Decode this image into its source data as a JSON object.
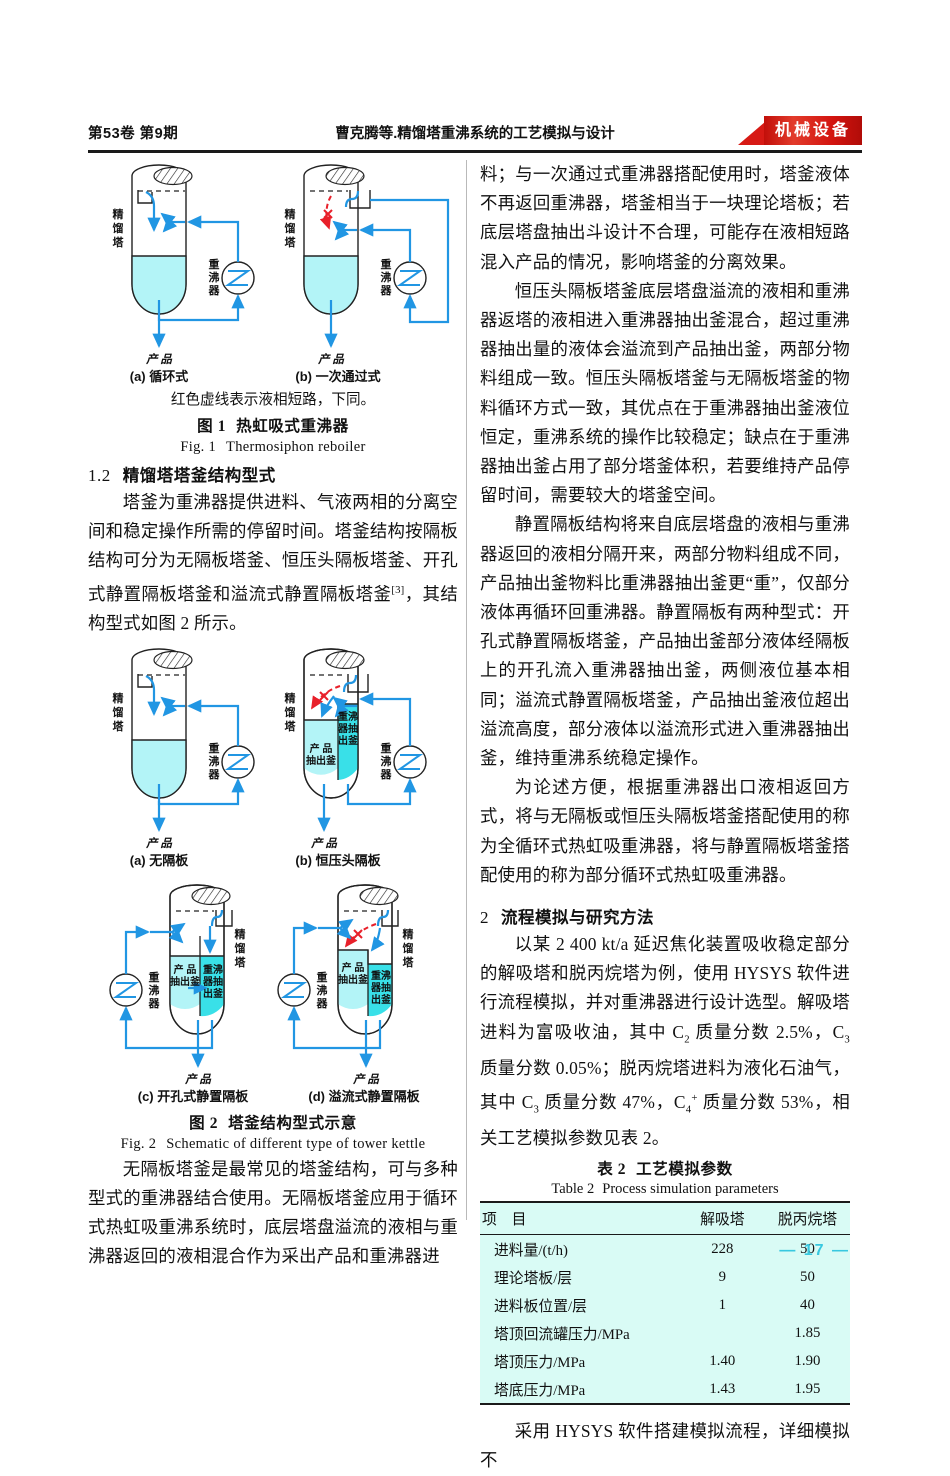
{
  "header": {
    "volume": "第53卷  第9期",
    "running_title": "曹克腾等.精馏塔重沸系统的工艺模拟与设计",
    "badge": "机械设备",
    "badge_color": "#d71a15"
  },
  "page_number": "— 17 —",
  "colors": {
    "liquid_light": "#b3f4f7",
    "liquid_dark": "#39e0e8",
    "flow_blue": "#2196e3",
    "short_circuit_red": "#e8202a",
    "table_bg": "#d9fbf5",
    "page_number": "#38c8e0"
  },
  "figure1": {
    "note": "红色虚线表示液相短路，下同。",
    "caption_cn_num": "图 1",
    "caption_cn": "热虹吸式重沸器",
    "caption_en_num": "Fig. 1",
    "caption_en": "Thermosiphon reboiler",
    "panels": [
      {
        "label": "(a) 循环式",
        "column": "精馏塔",
        "reboiler": "重沸器",
        "product": "产品"
      },
      {
        "label": "(b) 一次通过式",
        "column": "精馏塔",
        "reboiler": "重沸器",
        "product": "产品"
      }
    ]
  },
  "figure2": {
    "caption_cn_num": "图 2",
    "caption_cn": "塔釜结构型式示意",
    "caption_en_num": "Fig. 2",
    "caption_en": "Schematic of different type of tower kettle",
    "panels": [
      {
        "label": "(a) 无隔板",
        "column": "精馏塔",
        "reboiler": "重沸器",
        "product": "产品"
      },
      {
        "label": "(b) 恒压头隔板",
        "column": "精馏塔",
        "reboiler": "重沸器",
        "product": "产品",
        "sump_product": "产品抽出釜",
        "sump_reboiler": "重沸器抽出釜"
      },
      {
        "label": "(c) 开孔式静置隔板",
        "column": "精馏塔",
        "reboiler": "重沸器",
        "product": "产品",
        "sump_product": "产品抽出釜",
        "sump_reboiler": "重沸器抽出釜"
      },
      {
        "label": "(d) 溢流式静置隔板",
        "column": "精馏塔",
        "reboiler": "重沸器",
        "product": "产品",
        "sump_product": "产品抽出釜",
        "sump_reboiler": "重沸器抽出釜"
      }
    ]
  },
  "sections": {
    "s12_num": "1.2",
    "s12_title": "精馏塔塔釜结构型式",
    "s2_num": "2",
    "s2_title": "流程模拟与研究方法"
  },
  "left_column": {
    "p1": "塔釜为重沸器提供进料、气液两相的分离空间和稳定操作所需的停留时间。塔釜结构按隔板结构可分为无隔板塔釜、恒压头隔板塔釜、开孔式静置隔板塔釜和溢流式静置隔板塔釜",
    "p1_sup": "[3]",
    "p1_tail": "，其结构型式如图 2 所示。",
    "p2": "无隔板塔釜是最常见的塔釜结构，可与多种型式的重沸器结合使用。无隔板塔釜应用于循环式热虹吸重沸系统时，底层塔盘溢流的液相与重沸器返回的液相混合作为采出产品和重沸器进"
  },
  "right_column": {
    "p1": "料；与一次通过式重沸器搭配使用时，塔釜液体不再返回重沸器，塔釜相当于一块理论塔板；若底层塔盘抽出斗设计不合理，可能存在液相短路混入产品的情况，影响塔釜的分离效果。",
    "p2": "恒压头隔板塔釜底层塔盘溢流的液相和重沸器返塔的液相进入重沸器抽出釜混合，超过重沸器抽出量的液体会溢流到产品抽出釜，两部分物料组成一致。恒压头隔板塔釜与无隔板塔釜的物料循环方式一致，其优点在于重沸器抽出釜液位恒定，重沸系统的操作比较稳定；缺点在于重沸器抽出釜占用了部分塔釜体积，若要维持产品停留时间，需要较大的塔釜空间。",
    "p3": "静置隔板结构将来自底层塔盘的液相与重沸器返回的液相分隔开来，两部分物料组成不同，产品抽出釜物料比重沸器抽出釜更“重”，仅部分液体再循环回重沸器。静置隔板有两种型式：开孔式静置隔板塔釜，产品抽出釜部分液体经隔板上的开孔流入重沸器抽出釜，两侧液位基本相同；溢流式静置隔板塔釜，产品抽出釜液位超出溢流高度，部分液体以溢流形式进入重沸器抽出釜，维持重沸系统稳定操作。",
    "p4": "为论述方便，根据重沸器出口液相返回方式，将与无隔板或恒压头隔板塔釜搭配使用的称为全循环式热虹吸重沸器，将与静置隔板塔釜搭配使用的称为部分循环式热虹吸重沸器。",
    "p5_a": "以某 2 400 kt/a 延迟焦化装置吸收稳定部分的解吸塔和脱丙烷塔为例，使用 HYSYS 软件进行流程模拟，并对重沸器进行设计选型。解吸塔进料为富吸收油，其中 C",
    "p5_sub1": "2",
    "p5_b": " 质量分数 2.5%，C",
    "p5_sub2": "3",
    "p5_c": " 质量分数 0.05%；脱丙烷塔进料为液化石油气，其中 C",
    "p5_sub3": "3",
    "p5_d": " 质量分数 47%，C",
    "p5_sub4": "4",
    "p5_sup4": "+",
    "p5_e": " 质量分数 53%，相关工艺模拟参数见表 2。",
    "p6": "采用 HYSYS 软件搭建模拟流程，详细模拟不"
  },
  "table2": {
    "caption_cn_num": "表 2",
    "caption_cn": "工艺模拟参数",
    "caption_en_num": "Table 2",
    "caption_en": "Process simulation parameters",
    "headers": [
      "项　目",
      "解吸塔",
      "脱丙烷塔"
    ],
    "rows": [
      [
        "进料量/(t/h)",
        "228",
        "50"
      ],
      [
        "理论塔板/层",
        "9",
        "50"
      ],
      [
        "进料板位置/层",
        "1",
        "40"
      ],
      [
        "塔顶回流罐压力/MPa",
        "",
        "1.85"
      ],
      [
        "塔顶压力/MPa",
        "1.40",
        "1.90"
      ],
      [
        "塔底压力/MPa",
        "1.43",
        "1.95"
      ]
    ]
  }
}
